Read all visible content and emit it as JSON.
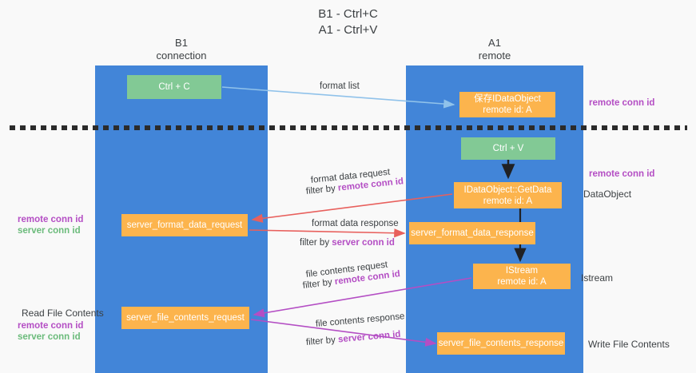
{
  "title": "B1 - Ctrl+C\nA1 - Ctrl+V",
  "lanes": [
    {
      "id": "b1",
      "title": "B1\nconnection",
      "color": "#4285d8"
    },
    {
      "id": "a1",
      "title": "A1\nremote",
      "color": "#4285d8"
    }
  ],
  "colors": {
    "lane": "#4285d8",
    "green_node": "#82c995",
    "orange_node": "#fcb44d",
    "remote_conn_id": "#b44ec4",
    "server_conn_id": "#6bbb7b",
    "arrow_blue": "#90c2ea",
    "arrow_red": "#e8605d",
    "arrow_purple": "#b44ec4",
    "arrow_black": "#202124",
    "divider": "#2b2b2b",
    "background": "#f9f9f9",
    "text": "#3c4043"
  },
  "nodes": {
    "ctrl_c": "Ctrl + C",
    "data_object": "保存IDataObject\nremote id: A",
    "ctrl_v": "Ctrl + V",
    "get_data": "IDataObject::GetData\nremote id: A",
    "server_format_data_request": "server_format_data_request",
    "server_format_data_response": "server_format_data_response",
    "istream": "IStream\nremote id: A",
    "server_file_contents_request": "server_file_contents_request",
    "server_file_contents_response": "server_file_contents_response"
  },
  "edges": {
    "format_list": "format list",
    "format_data_request": "format data request",
    "format_data_request_filter_prefix": "filter by ",
    "format_data_request_filter_key": "remote conn id",
    "format_data_response": "format data response",
    "format_data_response_filter_prefix": "filter by ",
    "format_data_response_filter_key": "server conn id",
    "file_contents_request": "file contents request",
    "file_contents_request_filter_prefix": "filter by ",
    "file_contents_request_filter_key": "remote conn id",
    "file_contents_response": "file contents response",
    "file_contents_response_filter_prefix": "filter by ",
    "file_contents_response_filter_key": "server conn id"
  },
  "annotations": {
    "remote_conn_id_top": "remote conn id",
    "remote_conn_id_mid": "remote conn id",
    "data_object": "DataObject",
    "istream": "Istream",
    "write_file_contents": "Write File Contents",
    "read_file_contents": "Read File Contents",
    "left_remote_conn_id_1": "remote conn id",
    "left_server_conn_id_1": "server conn id",
    "left_remote_conn_id_2": "remote conn id",
    "left_server_conn_id_2": "server conn id"
  }
}
